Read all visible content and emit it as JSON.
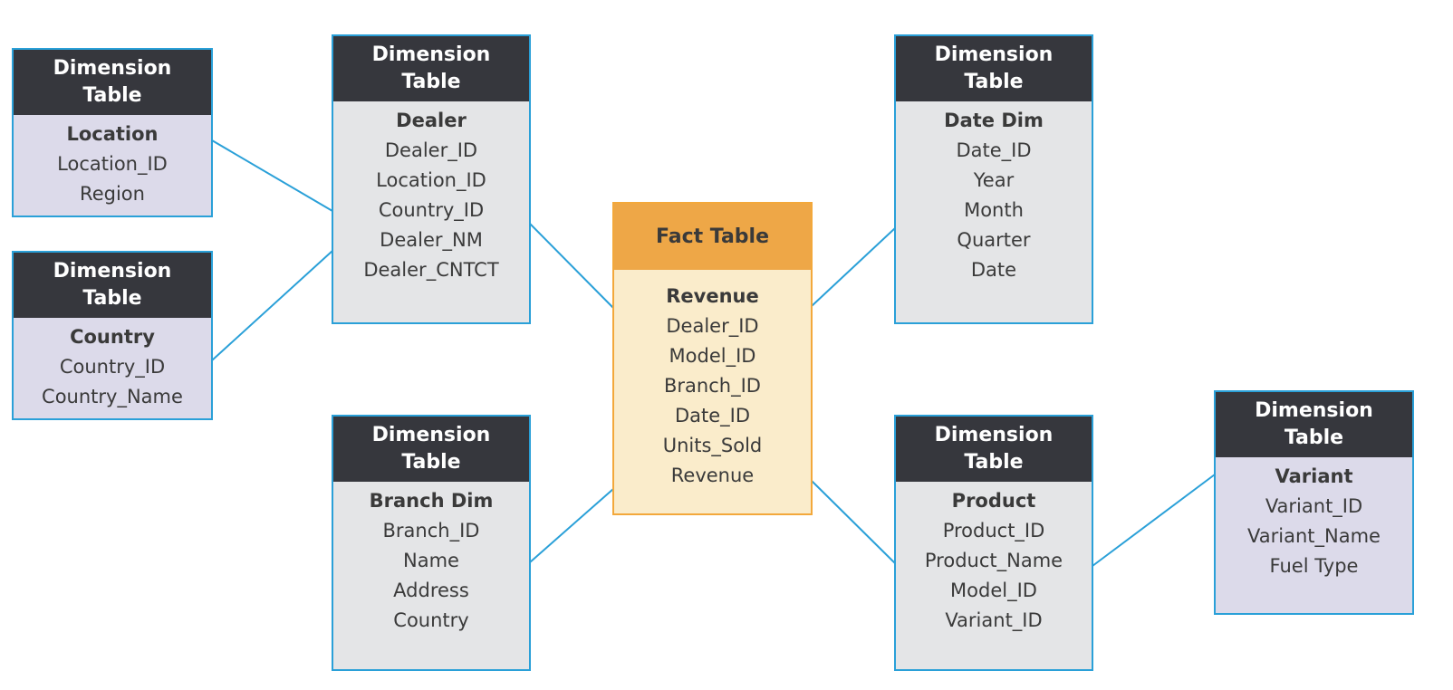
{
  "colors": {
    "connector": "#2aa0d8",
    "header_dark": "#36373d",
    "dimension_body": "#e4e5e7",
    "outrigger_body": "#dcdaea",
    "fact_header": "#eea747",
    "fact_body": "#faeccb"
  },
  "tables": {
    "location": {
      "header": [
        "Dimension",
        "Table"
      ],
      "title": "Location",
      "fields": [
        "Location_ID",
        "Region"
      ]
    },
    "country": {
      "header": [
        "Dimension",
        "Table"
      ],
      "title": "Country",
      "fields": [
        "Country_ID",
        "Country_Name"
      ]
    },
    "dealer": {
      "header": [
        "Dimension",
        "Table"
      ],
      "title": "Dealer",
      "fields": [
        "Dealer_ID",
        "Location_ID",
        "Country_ID",
        "Dealer_NM",
        "Dealer_CNTCT"
      ]
    },
    "branch": {
      "header": [
        "Dimension",
        "Table"
      ],
      "title": "Branch Dim",
      "fields": [
        "Branch_ID",
        "Name",
        "Address",
        "Country"
      ]
    },
    "fact": {
      "header": [
        "Fact Table"
      ],
      "title": "Revenue",
      "fields": [
        "Dealer_ID",
        "Model_ID",
        "Branch_ID",
        "Date_ID",
        "Units_Sold",
        "Revenue"
      ]
    },
    "date": {
      "header": [
        "Dimension",
        "Table"
      ],
      "title": "Date Dim",
      "fields": [
        "Date_ID",
        "Year",
        "Month",
        "Quarter",
        "Date"
      ]
    },
    "product": {
      "header": [
        "Dimension",
        "Table"
      ],
      "title": "Product",
      "fields": [
        "Product_ID",
        "Product_Name",
        "Model_ID",
        "Variant_ID"
      ]
    },
    "variant": {
      "header": [
        "Dimension",
        "Table"
      ],
      "title": "Variant",
      "fields": [
        "Variant_ID",
        "Variant_Name",
        "Fuel Type"
      ]
    }
  }
}
